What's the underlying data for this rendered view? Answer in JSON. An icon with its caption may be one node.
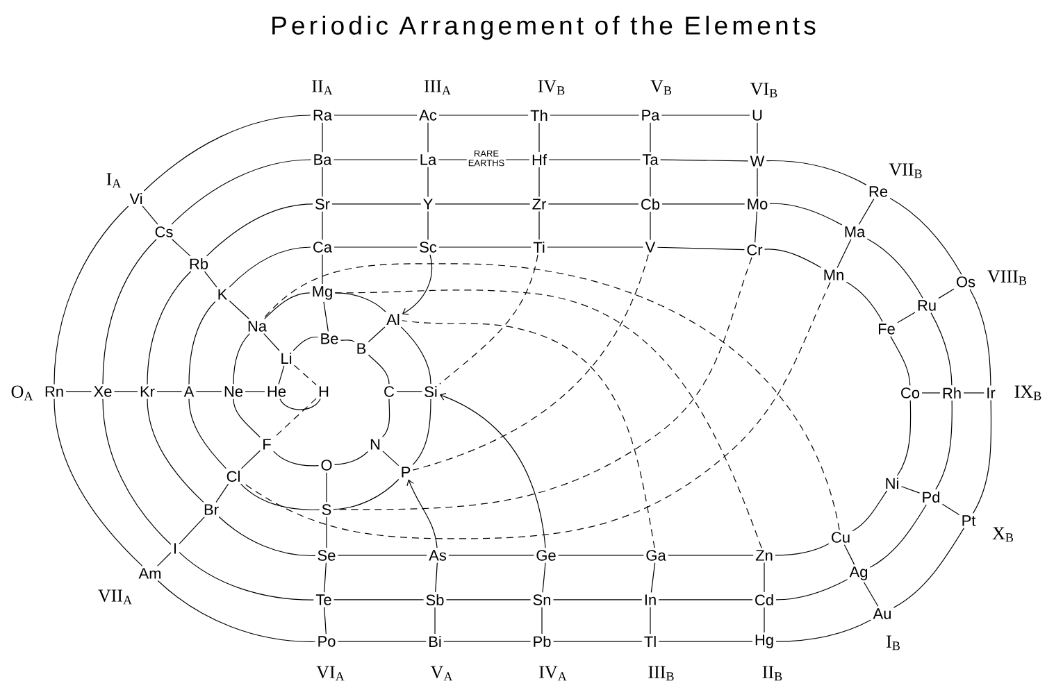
{
  "diagram": {
    "title": "Periodic Arrangement of the Elements",
    "nodes": [
      {
        "text": [
          "H"
        ]
      },
      {
        "text": [
          "He"
        ]
      },
      {
        "text": [
          "Li"
        ]
      },
      {
        "text": [
          "Be"
        ]
      },
      {
        "text": [
          "B"
        ]
      },
      {
        "text": [
          "C"
        ]
      },
      {
        "text": [
          "N"
        ]
      },
      {
        "text": [
          "O"
        ]
      },
      {
        "text": [
          "F"
        ]
      },
      {
        "text": [
          "Ne"
        ]
      },
      {
        "text": [
          "Na"
        ]
      },
      {
        "text": [
          "Mg"
        ]
      },
      {
        "text": [
          "Al"
        ]
      },
      {
        "text": [
          "Si"
        ]
      },
      {
        "text": [
          "P"
        ]
      },
      {
        "text": [
          "S"
        ]
      },
      {
        "text": [
          "Cl"
        ]
      },
      {
        "text": [
          "A"
        ]
      },
      {
        "text": [
          "K"
        ]
      },
      {
        "text": [
          "Ca"
        ]
      },
      {
        "text": [
          "Sc"
        ]
      },
      {
        "text": [
          "Ti"
        ]
      },
      {
        "text": [
          "V"
        ]
      },
      {
        "text": [
          "Cr"
        ]
      },
      {
        "text": [
          "Mn"
        ]
      },
      {
        "text": [
          "Fe"
        ]
      },
      {
        "text": [
          "Co"
        ]
      },
      {
        "text": [
          "Ni"
        ]
      },
      {
        "text": [
          "Cu"
        ]
      },
      {
        "text": [
          "Zn"
        ]
      },
      {
        "text": [
          "Ga"
        ]
      },
      {
        "text": [
          "Ge"
        ]
      },
      {
        "text": [
          "As"
        ]
      },
      {
        "text": [
          "Se"
        ]
      },
      {
        "text": [
          "Br"
        ]
      },
      {
        "text": [
          "Kr"
        ]
      },
      {
        "text": [
          "Rb"
        ]
      },
      {
        "text": [
          "Sr"
        ]
      },
      {
        "text": [
          "Y"
        ]
      },
      {
        "text": [
          "Zr"
        ]
      },
      {
        "text": [
          "Cb"
        ]
      },
      {
        "text": [
          "Mo"
        ]
      },
      {
        "text": [
          "Ma"
        ]
      },
      {
        "text": [
          "Ru"
        ]
      },
      {
        "text": [
          "Rh"
        ]
      },
      {
        "text": [
          "Pd"
        ]
      },
      {
        "text": [
          "Ag"
        ]
      },
      {
        "text": [
          "Cd"
        ]
      },
      {
        "text": [
          "In"
        ]
      },
      {
        "text": [
          "Sn"
        ]
      },
      {
        "text": [
          "Sb"
        ]
      },
      {
        "text": [
          "Te"
        ]
      },
      {
        "text": [
          "I"
        ]
      },
      {
        "text": [
          "Xe"
        ]
      },
      {
        "text": [
          "Cs"
        ]
      },
      {
        "text": [
          "Ba"
        ]
      },
      {
        "text": [
          "La"
        ]
      },
      {
        "text": [
          "Hf"
        ]
      },
      {
        "text": [
          "Ta"
        ]
      },
      {
        "text": [
          "W"
        ]
      },
      {
        "text": [
          "Re"
        ]
      },
      {
        "text": [
          "Os"
        ]
      },
      {
        "text": [
          "Ir"
        ]
      },
      {
        "text": [
          "Pt"
        ]
      },
      {
        "text": [
          "Au"
        ]
      },
      {
        "text": [
          "Hg"
        ]
      },
      {
        "text": [
          "Tl"
        ]
      },
      {
        "text": [
          "Pb"
        ]
      },
      {
        "text": [
          "Bi"
        ]
      },
      {
        "text": [
          "Po"
        ]
      },
      {
        "text": [
          "Am"
        ]
      },
      {
        "text": [
          "Rn"
        ]
      },
      {
        "text": [
          "Vi"
        ]
      },
      {
        "text": [
          "Ra"
        ]
      },
      {
        "text": [
          "Ac"
        ]
      },
      {
        "text": [
          "Th"
        ]
      },
      {
        "text": [
          "Pa"
        ]
      },
      {
        "text": [
          "U"
        ]
      }
    ],
    "edges": [
      {
        "from": 0,
        "to": 1,
        "arrow": "none"
      },
      {
        "from": 1,
        "to": 2,
        "arrow": "none"
      },
      {
        "from": 2,
        "to": 3,
        "arrow": "none"
      },
      {
        "from": 3,
        "to": 4,
        "arrow": "none"
      },
      {
        "from": 4,
        "to": 5,
        "arrow": "none"
      },
      {
        "from": 5,
        "to": 6,
        "arrow": "none"
      },
      {
        "from": 6,
        "to": 7,
        "arrow": "none"
      },
      {
        "from": 7,
        "to": 8,
        "arrow": "none"
      },
      {
        "from": 8,
        "to": 9,
        "arrow": "none"
      },
      {
        "from": 9,
        "to": 10,
        "arrow": "none"
      },
      {
        "from": 10,
        "to": 11,
        "arrow": "none"
      },
      {
        "from": 11,
        "to": 12,
        "arrow": "none"
      },
      {
        "from": 12,
        "to": 13,
        "arrow": "none"
      },
      {
        "from": 13,
        "to": 14,
        "arrow": "none"
      },
      {
        "from": 14,
        "to": 15,
        "arrow": "none"
      },
      {
        "from": 15,
        "to": 16,
        "arrow": "none"
      },
      {
        "from": 16,
        "to": 17,
        "arrow": "none"
      },
      {
        "from": 17,
        "to": 18,
        "arrow": "none"
      },
      {
        "from": 18,
        "to": 19,
        "arrow": "none"
      },
      {
        "from": 19,
        "to": 20,
        "arrow": "none"
      },
      {
        "from": 20,
        "to": 21,
        "arrow": "none"
      },
      {
        "from": 21,
        "to": 22,
        "arrow": "none"
      },
      {
        "from": 22,
        "to": 23,
        "arrow": "none"
      },
      {
        "from": 23,
        "to": 24,
        "arrow": "none"
      },
      {
        "from": 24,
        "to": 25,
        "arrow": "none"
      },
      {
        "from": 25,
        "to": 26,
        "arrow": "none"
      },
      {
        "from": 26,
        "to": 27,
        "arrow": "none"
      },
      {
        "from": 27,
        "to": 28,
        "arrow": "none"
      },
      {
        "from": 28,
        "to": 29,
        "arrow": "none"
      },
      {
        "from": 29,
        "to": 30,
        "arrow": "none"
      },
      {
        "from": 30,
        "to": 31,
        "arrow": "none"
      },
      {
        "from": 31,
        "to": 32,
        "arrow": "none"
      },
      {
        "from": 32,
        "to": 33,
        "arrow": "none"
      },
      {
        "from": 33,
        "to": 34,
        "arrow": "none"
      },
      {
        "from": 34,
        "to": 35,
        "arrow": "none"
      },
      {
        "from": 35,
        "to": 36,
        "arrow": "none"
      },
      {
        "from": 36,
        "to": 37,
        "arrow": "none"
      },
      {
        "from": 37,
        "to": 38,
        "arrow": "none"
      },
      {
        "from": 38,
        "to": 39,
        "arrow": "none"
      },
      {
        "from": 39,
        "to": 40,
        "arrow": "none"
      },
      {
        "from": 40,
        "to": 41,
        "arrow": "none"
      },
      {
        "from": 41,
        "to": 42,
        "arrow": "none"
      },
      {
        "from": 42,
        "to": 43,
        "arrow": "none"
      },
      {
        "from": 43,
        "to": 44,
        "arrow": "none"
      },
      {
        "from": 44,
        "to": 45,
        "arrow": "none"
      },
      {
        "from": 45,
        "to": 46,
        "arrow": "none"
      },
      {
        "from": 46,
        "to": 47,
        "arrow": "none"
      },
      {
        "from": 47,
        "to": 48,
        "arrow": "none"
      },
      {
        "from": 48,
        "to": 49,
        "arrow": "none"
      },
      {
        "from": 49,
        "to": 50,
        "arrow": "none"
      },
      {
        "from": 50,
        "to": 51,
        "arrow": "none"
      },
      {
        "from": 51,
        "to": 52,
        "arrow": "none"
      },
      {
        "from": 52,
        "to": 53,
        "arrow": "none"
      },
      {
        "from": 53,
        "to": 54,
        "arrow": "none"
      },
      {
        "from": 54,
        "to": 55,
        "arrow": "none"
      },
      {
        "from": 55,
        "to": 56,
        "arrow": "none"
      },
      {
        "from": 56,
        "to": 57,
        "arrow": "none",
        "label": "RARE EARTHS"
      },
      {
        "from": 57,
        "to": 58,
        "arrow": "none"
      },
      {
        "from": 58,
        "to": 59,
        "arrow": "none"
      },
      {
        "from": 59,
        "to": 60,
        "arrow": "none"
      },
      {
        "from": 60,
        "to": 61,
        "arrow": "none"
      },
      {
        "from": 61,
        "to": 62,
        "arrow": "none"
      },
      {
        "from": 62,
        "to": 63,
        "arrow": "none"
      },
      {
        "from": 63,
        "to": 64,
        "arrow": "none"
      },
      {
        "from": 64,
        "to": 65,
        "arrow": "none"
      },
      {
        "from": 65,
        "to": 66,
        "arrow": "none"
      },
      {
        "from": 66,
        "to": 67,
        "arrow": "none"
      },
      {
        "from": 67,
        "to": 68,
        "arrow": "none"
      },
      {
        "from": 68,
        "to": 69,
        "arrow": "none"
      },
      {
        "from": 69,
        "to": 70,
        "arrow": "none"
      },
      {
        "from": 70,
        "to": 71,
        "arrow": "none"
      },
      {
        "from": 71,
        "to": 72,
        "arrow": "none"
      },
      {
        "from": 72,
        "to": 73,
        "arrow": "none"
      },
      {
        "from": 73,
        "to": 74,
        "arrow": "none"
      },
      {
        "from": 74,
        "to": 75,
        "arrow": "none"
      },
      {
        "from": 75,
        "to": 76,
        "arrow": "none"
      },
      {
        "from": 76,
        "to": 77,
        "arrow": "none"
      },
      {
        "from": 71,
        "to": 53,
        "arrow": "none"
      },
      {
        "from": 53,
        "to": 35,
        "arrow": "none"
      },
      {
        "from": 35,
        "to": 17,
        "arrow": "none"
      },
      {
        "from": 17,
        "to": 9,
        "arrow": "none"
      },
      {
        "from": 9,
        "to": 1,
        "arrow": "none"
      },
      {
        "from": 72,
        "to": 54,
        "arrow": "none"
      },
      {
        "from": 54,
        "to": 36,
        "arrow": "none"
      },
      {
        "from": 36,
        "to": 18,
        "arrow": "none"
      },
      {
        "from": 18,
        "to": 10,
        "arrow": "none"
      },
      {
        "from": 10,
        "to": 2,
        "arrow": "none"
      },
      {
        "from": 73,
        "to": 55,
        "arrow": "none"
      },
      {
        "from": 55,
        "to": 37,
        "arrow": "none"
      },
      {
        "from": 37,
        "to": 19,
        "arrow": "none"
      },
      {
        "from": 19,
        "to": 11,
        "arrow": "none"
      },
      {
        "from": 11,
        "to": 3,
        "arrow": "none"
      },
      {
        "from": 74,
        "to": 56,
        "arrow": "none"
      },
      {
        "from": 56,
        "to": 38,
        "arrow": "none"
      },
      {
        "from": 38,
        "to": 20,
        "arrow": "none"
      },
      {
        "from": 20,
        "to": 12,
        "arrow": "to"
      },
      {
        "from": 12,
        "to": 4,
        "arrow": "none"
      },
      {
        "from": 75,
        "to": 57,
        "arrow": "none"
      },
      {
        "from": 57,
        "to": 39,
        "arrow": "none"
      },
      {
        "from": 39,
        "to": 21,
        "arrow": "none"
      },
      {
        "from": 21,
        "to": 13,
        "arrow": "none",
        "style": "dashed"
      },
      {
        "from": 67,
        "to": 49,
        "arrow": "none"
      },
      {
        "from": 49,
        "to": 31,
        "arrow": "none"
      },
      {
        "from": 31,
        "to": 13,
        "arrow": "to"
      },
      {
        "from": 13,
        "to": 5,
        "arrow": "none"
      },
      {
        "from": 76,
        "to": 58,
        "arrow": "none"
      },
      {
        "from": 58,
        "to": 40,
        "arrow": "none"
      },
      {
        "from": 40,
        "to": 22,
        "arrow": "none"
      },
      {
        "from": 22,
        "to": 14,
        "arrow": "none",
        "style": "dashed"
      },
      {
        "from": 68,
        "to": 50,
        "arrow": "none"
      },
      {
        "from": 50,
        "to": 32,
        "arrow": "none"
      },
      {
        "from": 32,
        "to": 14,
        "arrow": "to"
      },
      {
        "from": 14,
        "to": 6,
        "arrow": "none"
      },
      {
        "from": 77,
        "to": 59,
        "arrow": "none"
      },
      {
        "from": 59,
        "to": 41,
        "arrow": "none"
      },
      {
        "from": 41,
        "to": 23,
        "arrow": "none"
      },
      {
        "from": 23,
        "to": 15,
        "arrow": "none",
        "style": "dashed"
      },
      {
        "from": 69,
        "to": 51,
        "arrow": "none"
      },
      {
        "from": 51,
        "to": 33,
        "arrow": "none"
      },
      {
        "from": 33,
        "to": 15,
        "arrow": "none"
      },
      {
        "from": 15,
        "to": 7,
        "arrow": "none"
      },
      {
        "from": 60,
        "to": 42,
        "arrow": "none"
      },
      {
        "from": 42,
        "to": 24,
        "arrow": "none"
      },
      {
        "from": 24,
        "to": 16,
        "arrow": "none",
        "style": "dashed"
      },
      {
        "from": 70,
        "to": 52,
        "arrow": "none"
      },
      {
        "from": 52,
        "to": 34,
        "arrow": "none"
      },
      {
        "from": 34,
        "to": 16,
        "arrow": "none"
      },
      {
        "from": 16,
        "to": 8,
        "arrow": "none"
      },
      {
        "from": 61,
        "to": 43,
        "arrow": "none"
      },
      {
        "from": 43,
        "to": 25,
        "arrow": "none"
      },
      {
        "from": 62,
        "to": 44,
        "arrow": "none"
      },
      {
        "from": 44,
        "to": 26,
        "arrow": "none"
      },
      {
        "from": 63,
        "to": 45,
        "arrow": "none"
      },
      {
        "from": 45,
        "to": 27,
        "arrow": "none"
      },
      {
        "from": 64,
        "to": 46,
        "arrow": "none"
      },
      {
        "from": 46,
        "to": 28,
        "arrow": "none"
      },
      {
        "from": 28,
        "to": 10,
        "arrow": "none",
        "style": "dashed"
      },
      {
        "from": 65,
        "to": 47,
        "arrow": "none"
      },
      {
        "from": 47,
        "to": 29,
        "arrow": "none"
      },
      {
        "from": 29,
        "to": 11,
        "arrow": "none",
        "style": "dashed"
      },
      {
        "from": 66,
        "to": 48,
        "arrow": "none"
      },
      {
        "from": 48,
        "to": 30,
        "arrow": "none"
      },
      {
        "from": 30,
        "to": 12,
        "arrow": "none",
        "style": "dashed"
      },
      {
        "from": 2,
        "to": 0,
        "arrow": "none",
        "style": "dashed"
      },
      {
        "from": 0,
        "to": 8,
        "arrow": "none",
        "style": "dashed"
      }
    ],
    "labels": [
      "II$_{A}$",
      "III$_{A}$",
      "IV$_{B}$",
      "V$_{B}$",
      "VI$_{B}$",
      "VII$_{B}$",
      "I$_{A}$",
      "VIII$_{B}$",
      "O$_{A}$",
      "IX$_{B}$",
      "X$_{B}$",
      "VII$_{A}$",
      "I$_{B}$",
      "VI$_{A}$",
      "V$_{A}$",
      "IV$_{A}$",
      "III$_{B}$",
      "II$_{B}$"
    ]
  }
}
